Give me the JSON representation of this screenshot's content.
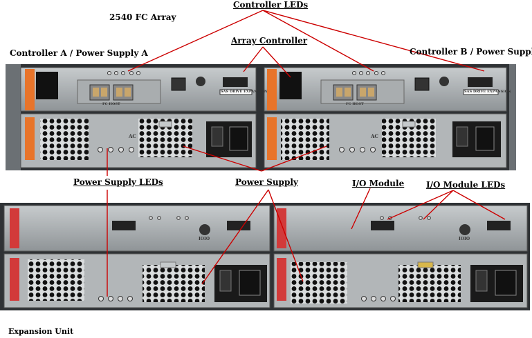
{
  "labels": {
    "title": "2540 FC Array",
    "controller_leds": "Controller LEDs",
    "array_controller": "Array Controller",
    "controller_a": "Controller A / Power Supply A",
    "controller_b": "Controller B / Power Supply B",
    "power_supply_leds": "Power Supply LEDs",
    "power_supply": "Power Supply",
    "io_module": "I/O Module",
    "io_module_leds": "I/O Module LEDs",
    "expansion_unit": "Expansion Unit"
  },
  "ports": {
    "fc_host": "FC HOST",
    "sas_drive_expansion": "SAS DRIVE EXPANSION",
    "ioio": "IOIO",
    "ac": "AC"
  },
  "colors": {
    "callout_line": "#cc0000",
    "chassis_metal": "#9ea3a6",
    "chassis_dark": "#3a3d40",
    "latch_orange": "#e8742a",
    "latch_red": "#d23a3a"
  }
}
